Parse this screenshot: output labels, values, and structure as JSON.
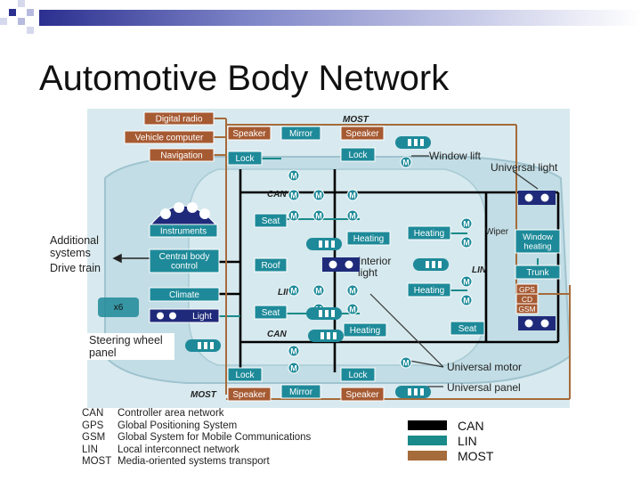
{
  "title": "Automotive Body Network",
  "colors": {
    "can": "#000000",
    "lin": "#1a8a8a",
    "most": "#a66b3a",
    "teal_box": "#1e8a99",
    "brown_box": "#a65a32",
    "car_bg": "#cfe4ea"
  },
  "labels": {
    "digital_radio": "Digital radio",
    "vehicle_computer": "Vehicle computer",
    "navigation": "Navigation",
    "speaker": "Speaker",
    "mirror": "Mirror",
    "lock": "Lock",
    "most_top": "MOST",
    "most_bottom": "MOST",
    "window_lift": "Window lift",
    "universal_light": "Universal light",
    "can_top": "CAN",
    "can_bottom": "CAN",
    "lin_mid": "LIN",
    "lin_right": "LIN",
    "instruments": "Instruments",
    "seat": "Seat",
    "heating": "Heating",
    "wiper": "Wiper",
    "window_heating": "Window heating",
    "additional_systems": "Additional systems",
    "drive_train": "Drive train",
    "central_body_control": "Central body control",
    "roof": "Roof",
    "interior_light": "Interior light",
    "trunk": "Trunk",
    "climate": "Climate",
    "x6": "x6",
    "light": "Light",
    "gps": "GPS",
    "cd": "CD",
    "gsm": "GSM",
    "steering_wheel_panel": "Steering wheel panel",
    "universal_motor": "Universal motor",
    "universal_panel": "Universal panel",
    "motor_symbol": "M"
  },
  "glossary": [
    {
      "abbr": "CAN",
      "text": "Controller area network"
    },
    {
      "abbr": "GPS",
      "text": "Global Positioning System"
    },
    {
      "abbr": "GSM",
      "text": "Global System for Mobile Communications"
    },
    {
      "abbr": "LIN",
      "text": "Local interconnect network"
    },
    {
      "abbr": "MOST",
      "text": "Media-oriented systems transport"
    }
  ],
  "legend": [
    {
      "label": "CAN",
      "color": "#000000"
    },
    {
      "label": "LIN",
      "color": "#1a8a8a"
    },
    {
      "label": "MOST",
      "color": "#a66b3a"
    }
  ]
}
